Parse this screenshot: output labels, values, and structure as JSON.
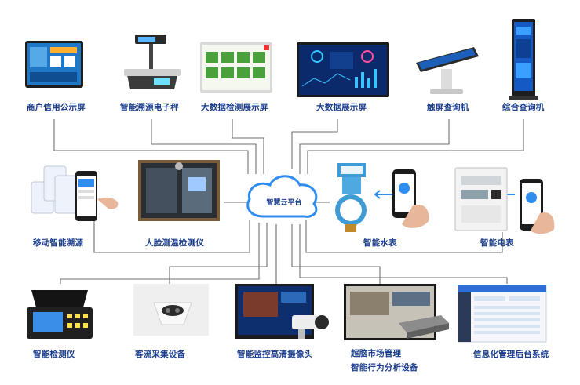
{
  "platform": {
    "label": "智慧云平台"
  },
  "devices": {
    "merchant_display": "商户信用公示屏",
    "smart_scale": "智能溯源电子秤",
    "bigdata_test_display": "大数据检测展示屏",
    "bigdata_display": "大数据展示屏",
    "touch_kiosk": "触屏查询机",
    "integrated_kiosk": "综合查询机",
    "mobile_trace": "移动智能溯源",
    "face_temp_detector": "人脸测温检测仪",
    "water_meter": "智能水表",
    "electric_meter": "智能电表",
    "smart_tester": "智能检测仪",
    "people_counter": "客流采集设备",
    "hd_camera": "智能监控高清摄像头",
    "supermarket_mgmt": "超脑市场管理",
    "behavior_analysis": "智能行为分析设备",
    "info_backend": "信息化管理后台系统"
  }
}
